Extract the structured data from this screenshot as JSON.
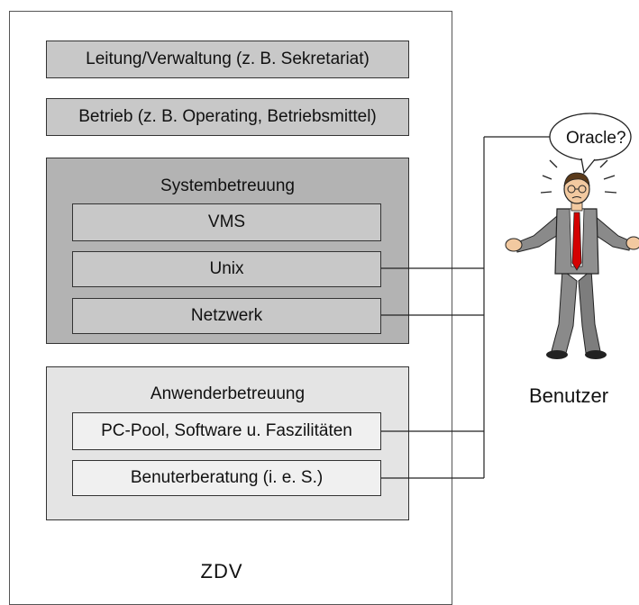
{
  "org": {
    "name": "ZDV",
    "leitung": "Leitung/Verwaltung  (z. B. Sekretariat)",
    "betrieb": "Betrieb (z. B. Operating, Betriebsmittel)",
    "systembetreuung": {
      "title": "Systembetreuung",
      "items": [
        "VMS",
        "Unix",
        "Netzwerk"
      ]
    },
    "anwenderbetreuung": {
      "title": "Anwenderbetreuung",
      "items": [
        "PC-Pool, Software u. Faszilitäten",
        "Benuterberatung (i. e. S.)"
      ]
    }
  },
  "user": {
    "label": "Benutzer",
    "speech": "Oracle?"
  },
  "colors": {
    "top_boxes": "#c8c8c8",
    "system_group": "#b3b3b3",
    "user_group": "#e4e4e4",
    "tie": "#d40000",
    "suit": "#8a8a8a",
    "skin": "#f2c9a0"
  }
}
